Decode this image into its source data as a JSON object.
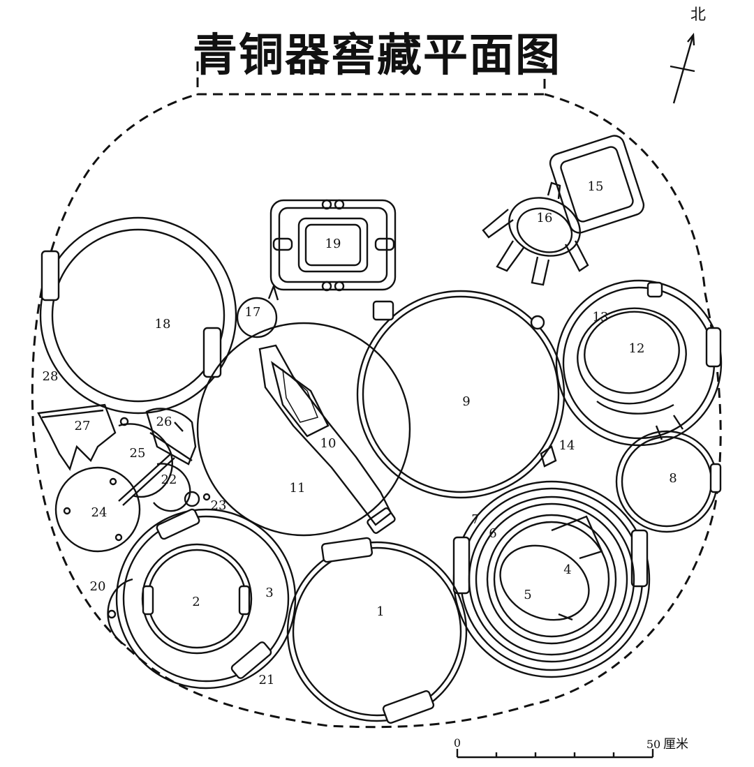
{
  "title": "青铜器窖藏平面图",
  "north_label": "北",
  "scale": {
    "start": "0",
    "end": "50",
    "unit": "厘米"
  },
  "items": [
    {
      "id": "1",
      "label": "1"
    },
    {
      "id": "2",
      "label": "2"
    },
    {
      "id": "3",
      "label": "3"
    },
    {
      "id": "4",
      "label": "4"
    },
    {
      "id": "5",
      "label": "5"
    },
    {
      "id": "6",
      "label": "6"
    },
    {
      "id": "7",
      "label": "7"
    },
    {
      "id": "8",
      "label": "8"
    },
    {
      "id": "9",
      "label": "9"
    },
    {
      "id": "10",
      "label": "10"
    },
    {
      "id": "11",
      "label": "11"
    },
    {
      "id": "12",
      "label": "12"
    },
    {
      "id": "13",
      "label": "13"
    },
    {
      "id": "14",
      "label": "14"
    },
    {
      "id": "15",
      "label": "15"
    },
    {
      "id": "16",
      "label": "16"
    },
    {
      "id": "17",
      "label": "17"
    },
    {
      "id": "18",
      "label": "18"
    },
    {
      "id": "19",
      "label": "19"
    },
    {
      "id": "20",
      "label": "20"
    },
    {
      "id": "21",
      "label": "21"
    },
    {
      "id": "22",
      "label": "22"
    },
    {
      "id": "23",
      "label": "23"
    },
    {
      "id": "24",
      "label": "24"
    },
    {
      "id": "25",
      "label": "25"
    },
    {
      "id": "26",
      "label": "26"
    },
    {
      "id": "27",
      "label": "27"
    },
    {
      "id": "28",
      "label": "28"
    }
  ]
}
